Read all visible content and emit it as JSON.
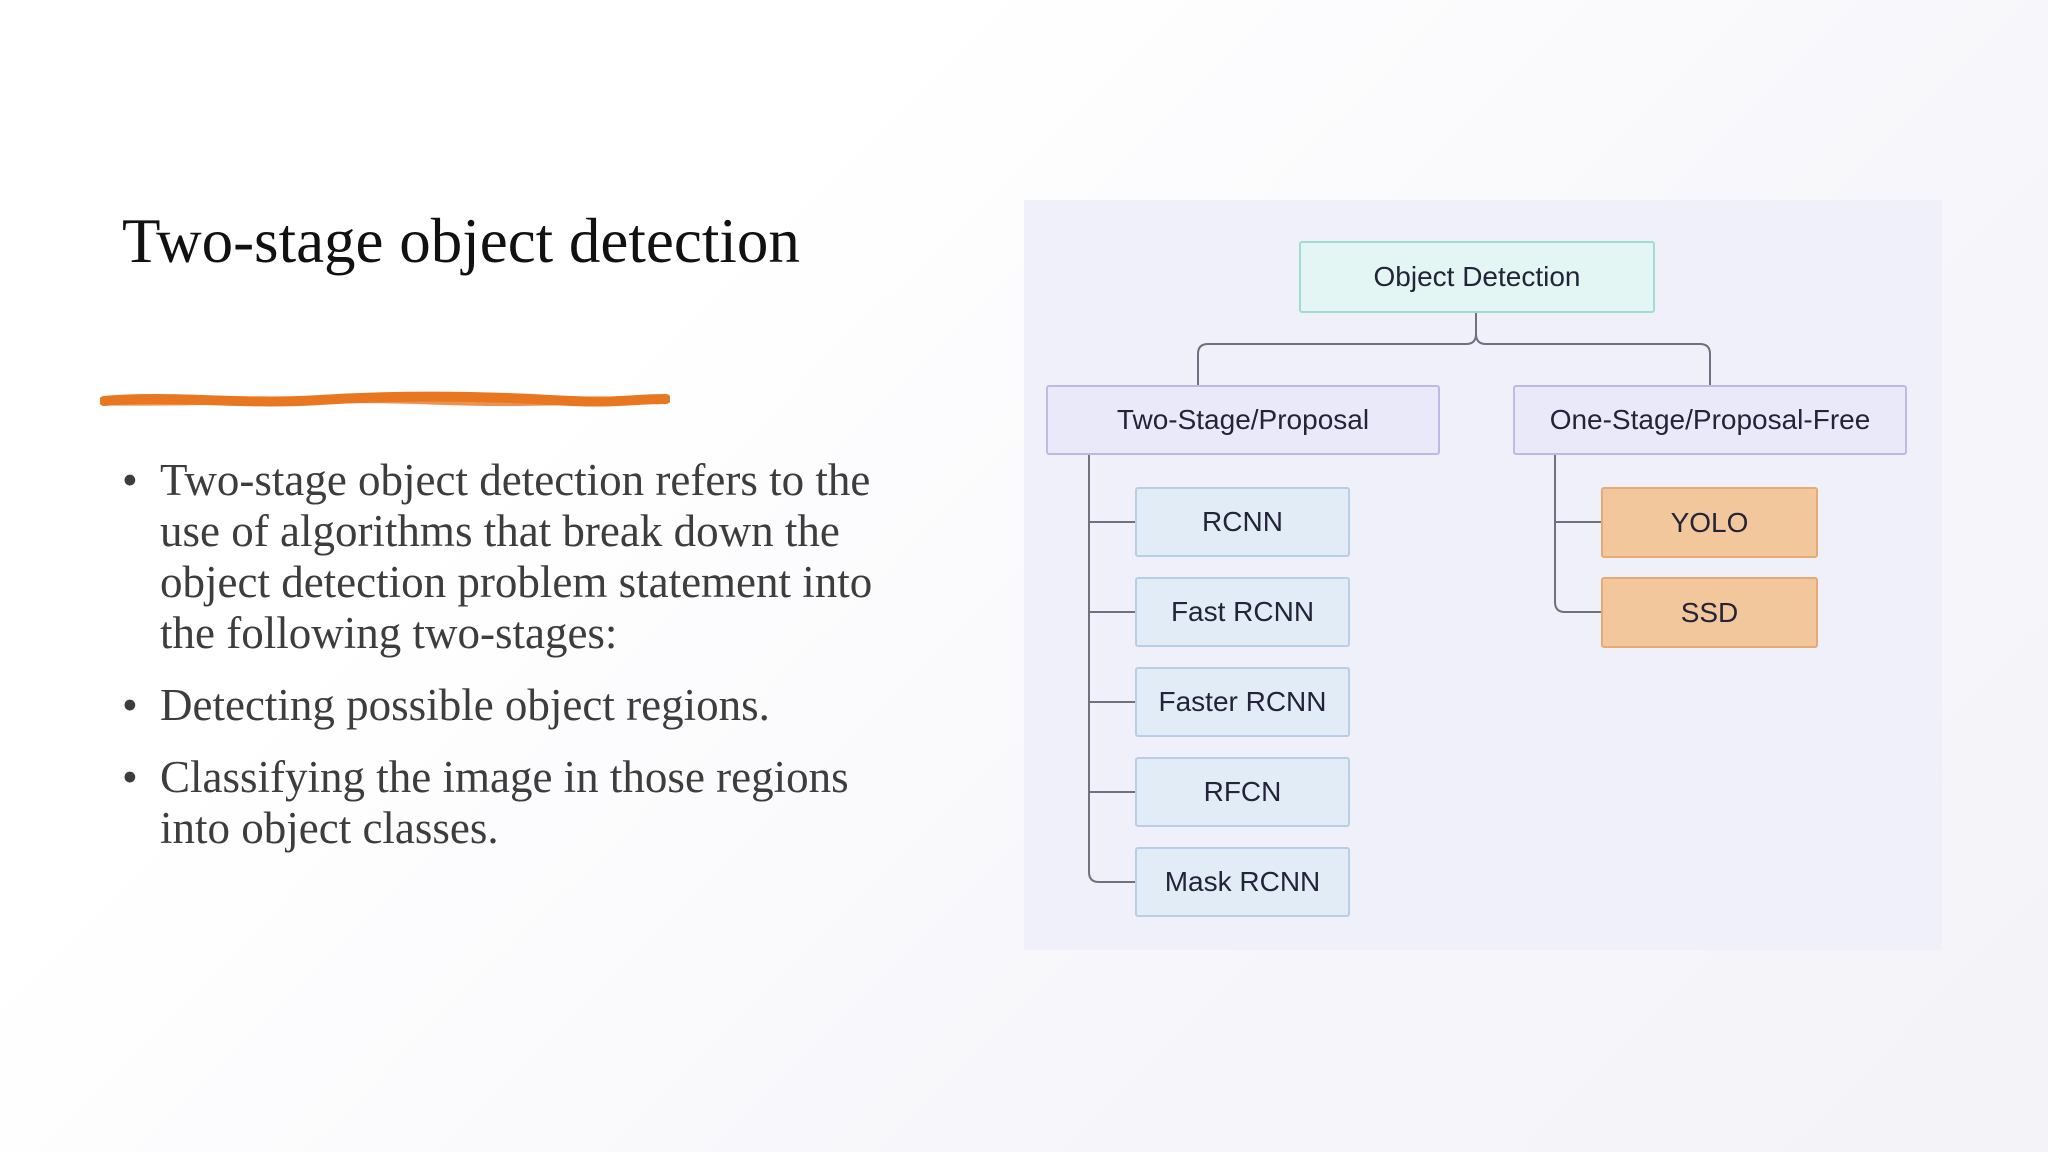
{
  "slide": {
    "title": "Two-stage object detection",
    "accent_color": "#e87722",
    "bullets": [
      "Two-stage object detection refers to the use of algorithms that break down the object detection problem statement into the following two-stages:",
      "Detecting possible object regions.",
      "Classifying the image in those regions into object classes."
    ]
  },
  "diagram": {
    "root": "Object Detection",
    "branches": [
      {
        "label": "Two-Stage/Proposal",
        "children": [
          "RCNN",
          "Fast RCNN",
          "Faster RCNN",
          "RFCN",
          "Mask RCNN"
        ]
      },
      {
        "label": "One-Stage/Proposal-Free",
        "children": [
          "YOLO",
          "SSD"
        ]
      }
    ],
    "colors": {
      "root_fill": "#e3f6f3",
      "branch_fill": "#eae9f9",
      "two_stage_fill": "#e2ecf6",
      "one_stage_fill": "#f2c79b",
      "connector": "#6f7080"
    }
  }
}
